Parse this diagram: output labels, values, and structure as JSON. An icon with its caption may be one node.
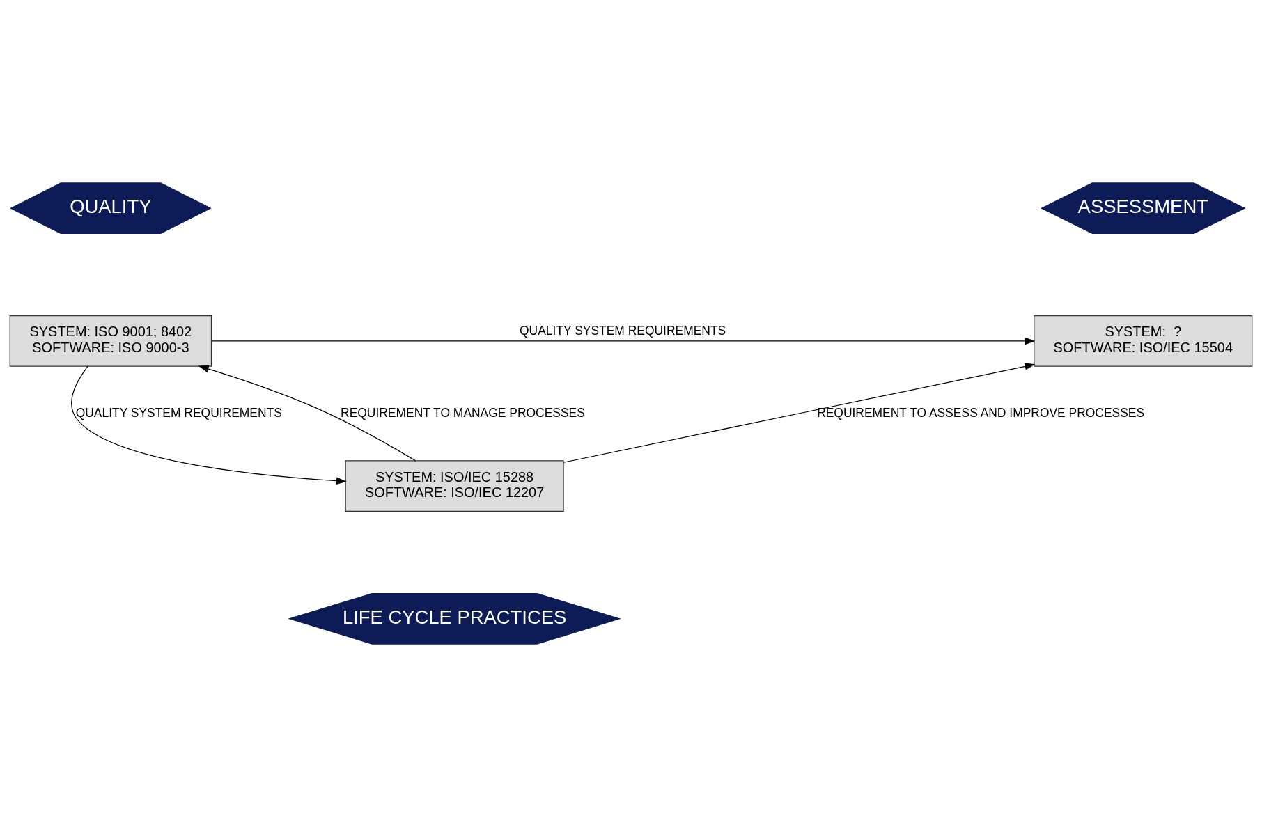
{
  "diagram": {
    "nodes": [
      {
        "text": [
          "QUALITY"
        ]
      },
      {
        "text": [
          "ASSESSMENT"
        ]
      },
      {
        "text": [
          "SYSTEM: ISO 9001; 8402",
          "SOFTWARE: ISO 9000-3"
        ]
      },
      {
        "text": [
          "SYSTEM:  ?",
          "SOFTWARE: ISO/IEC 15504"
        ]
      },
      {
        "text": [
          "SYSTEM: ISO/IEC 15288",
          "SOFTWARE: ISO/IEC 12207"
        ]
      },
      {
        "text": [
          "LIFE CYCLE PRACTICES"
        ]
      }
    ],
    "edges": [
      {
        "from": 2,
        "to": 3,
        "arrow": "to",
        "label": "QUALITY SYSTEM REQUIREMENTS"
      },
      {
        "from": 4,
        "to": 2,
        "arrow": "to",
        "label": "REQUIREMENT TO MANAGE PROCESSES"
      },
      {
        "from": 2,
        "to": 4,
        "arrow": "to",
        "label": "QUALITY SYSTEM REQUIREMENTS"
      },
      {
        "from": 4,
        "to": 3,
        "arrow": "to",
        "label": "REQUIREMENT TO ASSESS AND IMPROVE PROCESSES"
      }
    ]
  }
}
